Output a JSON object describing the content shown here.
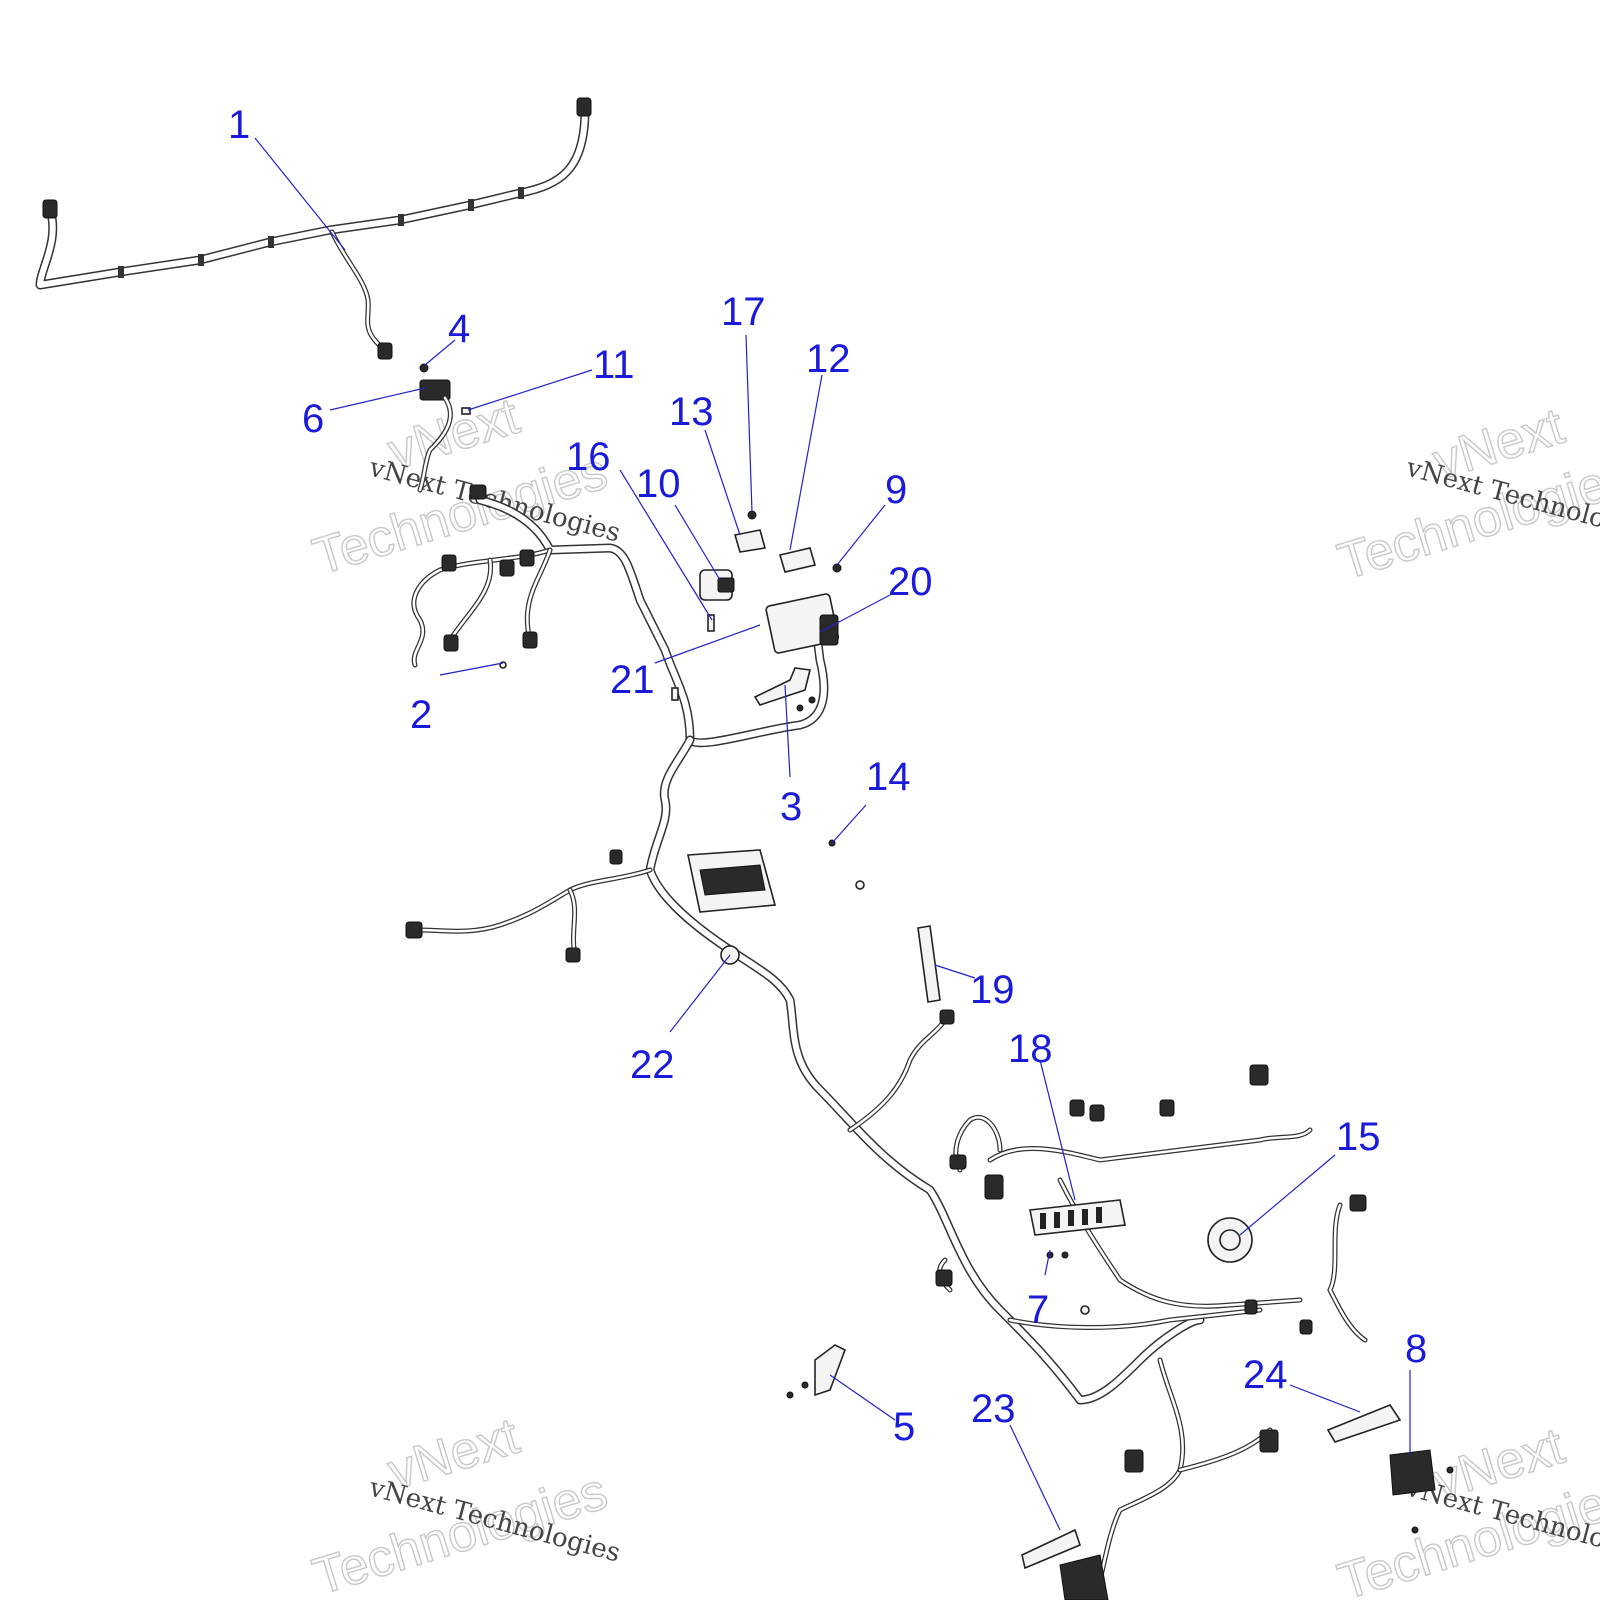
{
  "callouts": [
    "1",
    "2",
    "3",
    "4",
    "5",
    "6",
    "7",
    "8",
    "9",
    "10",
    "11",
    "12",
    "13",
    "14",
    "15",
    "16",
    "17",
    "18",
    "19",
    "20",
    "21",
    "22",
    "23",
    "24"
  ],
  "watermark": {
    "line1": "vNext",
    "line2": "Technologies",
    "caption": "vNext Technologies"
  },
  "colors": {
    "callout": "#1a1adb",
    "leader": "#2222cc",
    "linework": "#222222",
    "watermark": "#c8c8c8"
  }
}
